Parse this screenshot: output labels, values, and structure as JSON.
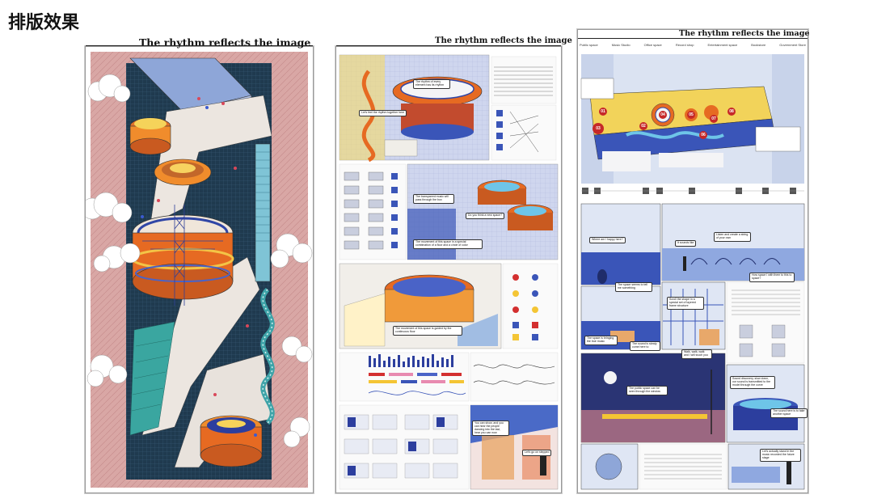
{
  "heading": "排版效果",
  "boards": [
    {
      "title": "The rhythm reflects the image"
    },
    {
      "title": "The rhythm reflects the image"
    },
    {
      "title": "The rhythm reflects the image"
    }
  ],
  "board3_nav": [
    "Public space",
    "Music Studio",
    "Office space",
    "Record shop",
    "Entertainment space",
    "Bookstore",
    "Government Store"
  ],
  "board3_markers": [
    "01",
    "02",
    "03",
    "04",
    "05",
    "06",
    "07",
    "08"
  ],
  "speech_bubbles": {
    "b3_1": "Where am I happy here?",
    "b3_2": "It sounds like",
    "b3_3": "Listen and create a string of your own",
    "b3_4": "The space seems to tell me something",
    "b3_5": "How space I with them to this to space?",
    "b3_6": "Scroll the shape in a special set of layered frame structure",
    "b3_7": "The space is bringing the true music",
    "b3_8": "The sound is slowly come here to",
    "b3_9": "Walk, walk, walk and I will touch you",
    "b3_10": "The public space can be seen through the window",
    "b3_11": "Sound discovery, slow down, our sound is transmitted to the model through the curve",
    "b3_12": "The sound here is to take another space",
    "b3_13": "Let's actually stand in the music recorded the future stage",
    "b2_1": "Let's feel the rhythm together here",
    "b2_2": "The rhythm of every element has its rhythm",
    "b2_3": "The transparent music will pass through the box",
    "b2_4": "Do you think a new space?",
    "b2_5": "The movement of this space in a special combination of a floor and a circle of color",
    "b2_6": "The movement of this space is guided by the continuous floor",
    "b2_7": "You can show, and you can hear the people dancing into the last, hear you can now",
    "b2_8": "Let's go on stepped"
  }
}
